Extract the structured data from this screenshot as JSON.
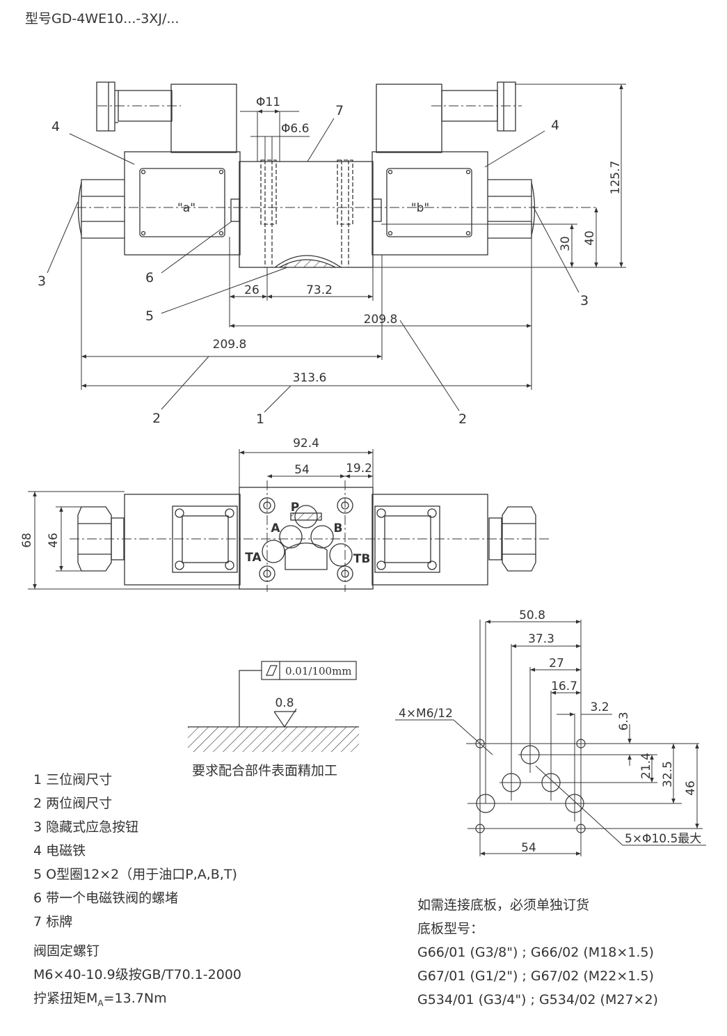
{
  "title": "型号GD-4WE10...-3XJ/...",
  "side_view": {
    "dims": {
      "d11": "Φ11",
      "d66": "Φ6.6",
      "h1257": "125.7",
      "h40": "40",
      "h30": "30",
      "w26": "26",
      "w732": "73.2",
      "w2098_right": "209.8",
      "w2098_left": "209.8",
      "w3136": "313.6"
    },
    "labels": {
      "a": "\"a\"",
      "b": "\"b\""
    },
    "callouts": [
      "4",
      "4",
      "7",
      "3",
      "3",
      "6",
      "5",
      "2",
      "1",
      "2"
    ]
  },
  "top_view": {
    "dims": {
      "w924": "92.4",
      "w54": "54",
      "w192": "19.2",
      "h68": "68",
      "h46": "46"
    },
    "ports": {
      "p": "P",
      "a": "A",
      "b": "B",
      "ta": "TA",
      "tb": "TB"
    }
  },
  "surface": {
    "tolerance": "0.01/100mm",
    "roughness": "0.8",
    "caption": "要求配合部件表面精加工"
  },
  "pattern": {
    "dims": {
      "w508": "50.8",
      "w373": "37.3",
      "w27": "27",
      "w167": "16.7",
      "w32": "3.2",
      "h63": "6.3",
      "h214": "21.4",
      "h325": "32.5",
      "h46": "46",
      "w54": "54"
    },
    "screws": "4×M6/12",
    "holes": "5×Φ10.5最大"
  },
  "legend": [
    "1  三位阀尺寸",
    "2  两位阀尺寸",
    "3  隐藏式应急按钮",
    "4  电磁铁",
    "5  O型圈12×2（用于油口P,A,B,T)",
    "6  带一个电磁铁阀的螺堵",
    "7  标牌"
  ],
  "screw_note": {
    "line1": "阀固定螺钉",
    "line2": "M6×40-10.9级按GB/T70.1-2000",
    "line3_prefix": "拧紧扭矩M",
    "line3_sub": "A",
    "line3_suffix": "=13.7Nm"
  },
  "baseplate_notes": [
    "如需连接底板，必须单独订货",
    "底板型号：",
    "G66/01 (G3/8\") ; G66/02 (M18×1.5)",
    "G67/01 (G1/2\") ; G67/02 (M22×1.5)",
    "G534/01 (G3/4\") ; G534/02 (M27×2)"
  ]
}
